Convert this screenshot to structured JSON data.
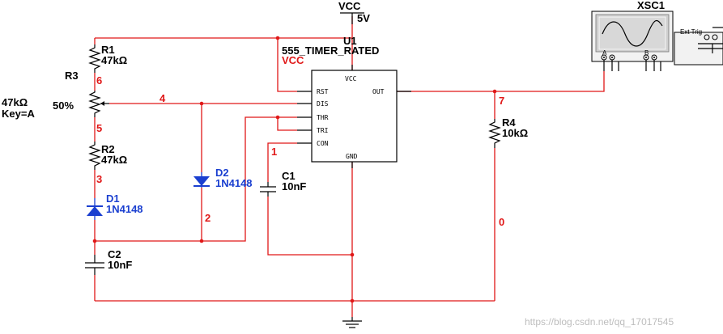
{
  "power": {
    "vcc_label": "VCC",
    "vcc_voltage": "5V"
  },
  "timer": {
    "ref": "U1",
    "model": "555_TIMER_RATED",
    "net_label": "VCC",
    "pins": {
      "vcc": "VCC",
      "rst": "RST",
      "dis": "DIS",
      "thr": "THR",
      "tri": "TRI",
      "con": "CON",
      "out": "OUT",
      "gnd": "GND"
    }
  },
  "components": {
    "r1": {
      "ref": "R1",
      "value": "47kΩ"
    },
    "r3": {
      "ref": "R3",
      "value": "47kΩ",
      "setting": "50%",
      "key": "Key=A"
    },
    "r2": {
      "ref": "R2",
      "value": "47kΩ"
    },
    "d1": {
      "ref": "D1",
      "value": "1N4148"
    },
    "d2": {
      "ref": "D2",
      "value": "1N4148"
    },
    "c1": {
      "ref": "C1",
      "value": "10nF"
    },
    "c2": {
      "ref": "C2",
      "value": "10nF"
    },
    "r4": {
      "ref": "R4",
      "value": "10kΩ"
    }
  },
  "nets": {
    "n6": "6",
    "n4": "4",
    "n5": "5",
    "n3": "3",
    "n2": "2",
    "n1": "1",
    "n7": "7",
    "n0": "0"
  },
  "scope": {
    "ref": "XSC1",
    "trigger": "Ext Trig",
    "ch_a": "A",
    "ch_b": "B"
  },
  "watermark": "https://blog.csdn.net/qq_17017545"
}
